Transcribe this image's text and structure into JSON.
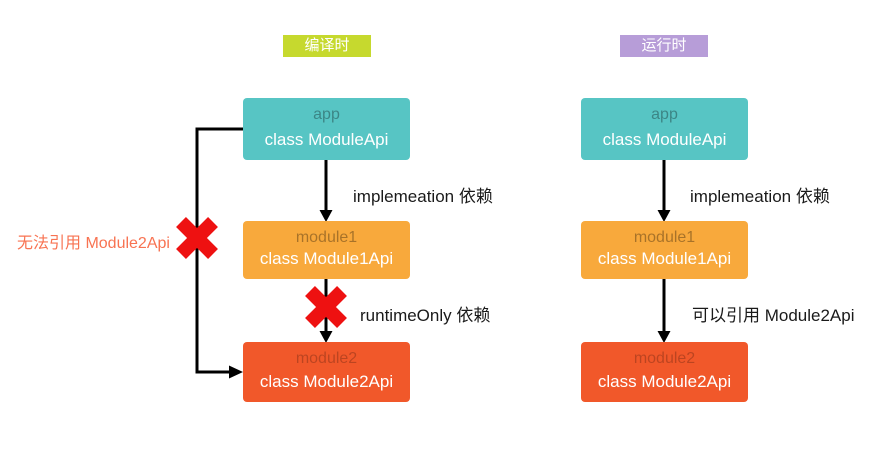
{
  "diagram": {
    "tags": {
      "compile": {
        "label": "编译时",
        "color": "#c6d92e"
      },
      "runtime": {
        "label": "运行时",
        "color": "#b79dd8"
      }
    },
    "boxes": {
      "app": {
        "title": "app",
        "subtitle": "class ModuleApi",
        "color": "#57c5c4"
      },
      "module1": {
        "title": "module1",
        "subtitle": "class Module1Api",
        "color": "#f8a93c"
      },
      "module2": {
        "title": "module2",
        "subtitle": "class Module2Api",
        "color": "#f1582a"
      }
    },
    "edges": {
      "implementation_label": "implemeation 依赖",
      "runtime_only_label": "runtimeOnly 依赖",
      "can_reference_label": "可以引用 Module2Api"
    },
    "note": {
      "text": "无法引用 Module2Api",
      "color": "#f87352"
    },
    "cross_color": "#ee1111",
    "line_color": "#000000"
  }
}
